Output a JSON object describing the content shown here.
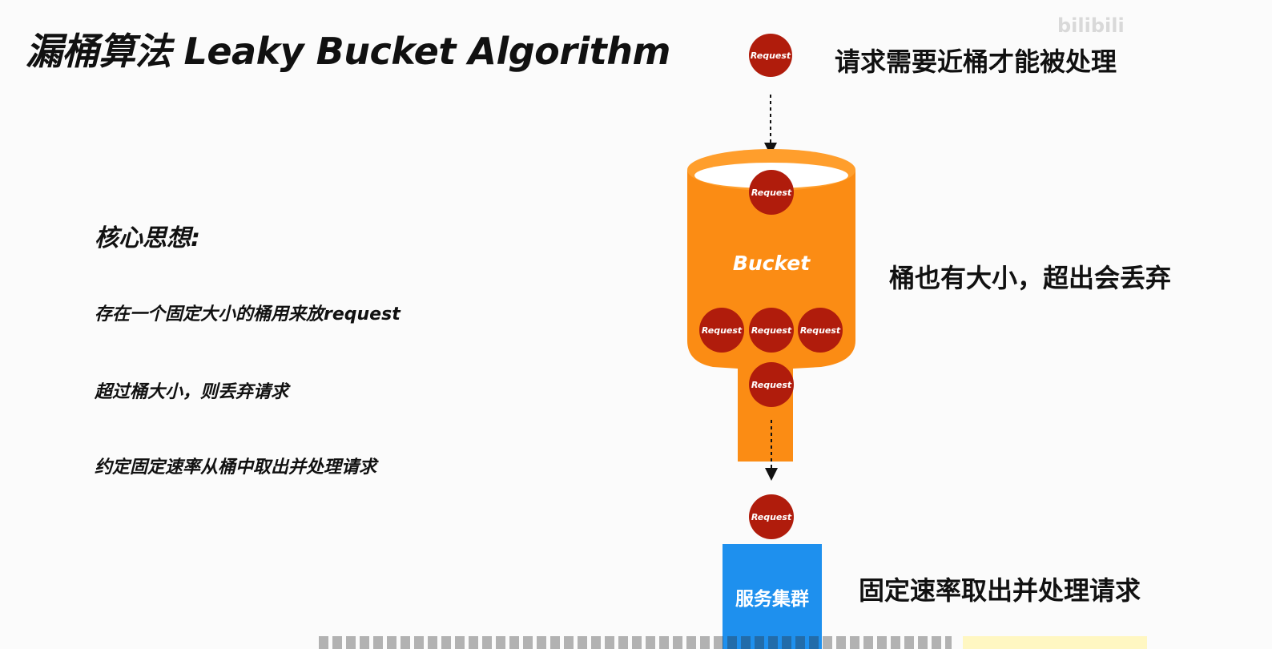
{
  "title": "漏桶算法 Leaky Bucket Algorithm",
  "watermark": "bilibili",
  "core": {
    "heading": "核心思想:",
    "points": [
      "存在一个固定大小的桶用来放request",
      "超过桶大小，则丢弃请求",
      "约定固定速率从桶中取出并处理请求"
    ]
  },
  "captions": {
    "top": "请求需要近桶才能被处理",
    "middle": "桶也有大小，超出会丢弃",
    "bottom": "固定速率取出并处理请求"
  },
  "diagram": {
    "request_label": "Request",
    "bucket_label": "Bucket",
    "server_label": "服务集群",
    "colors": {
      "bucket": "#fb8c14",
      "bucket_top": "#ff9e2c",
      "request": "#b01c0c",
      "server": "#1e90ee"
    }
  }
}
